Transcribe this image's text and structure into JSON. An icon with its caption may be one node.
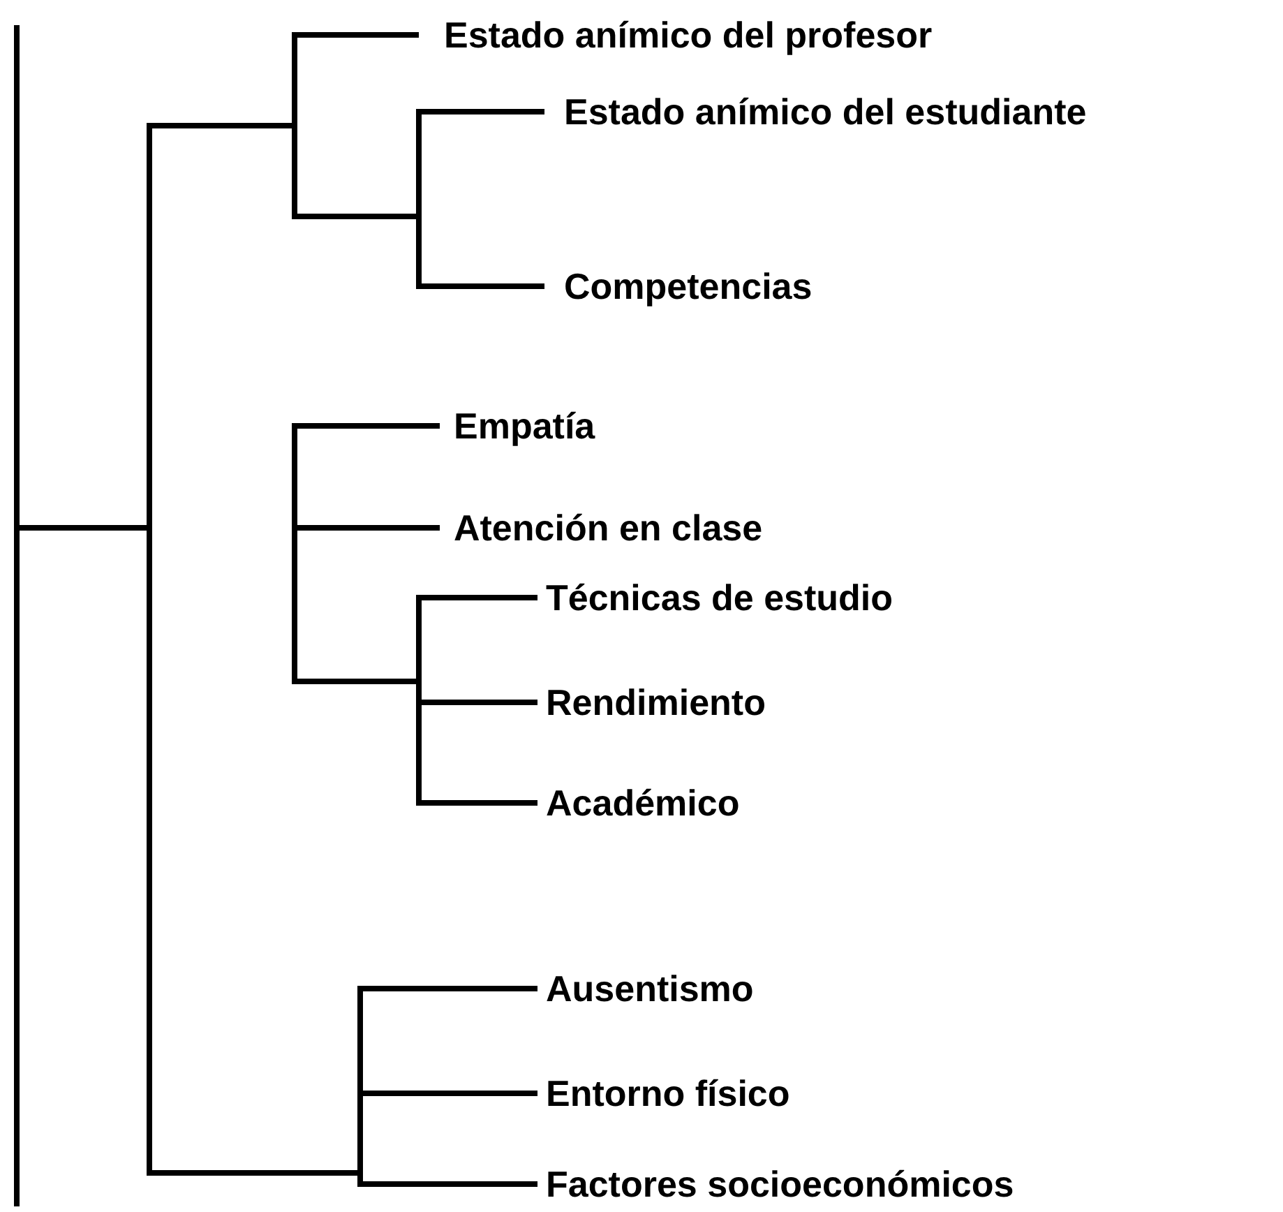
{
  "diagram": {
    "nodes": [
      {
        "text": [
          "Estado anímico del profesor"
        ]
      },
      {
        "text": [
          "Estado anímico del estudiante"
        ]
      },
      {
        "text": [
          "Competencias"
        ]
      },
      {
        "text": [
          "Empatía"
        ]
      },
      {
        "text": [
          "Atención en clase"
        ]
      },
      {
        "text": [
          "Técnicas de estudio"
        ]
      },
      {
        "text": [
          "Rendimiento"
        ]
      },
      {
        "text": [
          "Académico"
        ]
      },
      {
        "text": [
          "Ausentismo"
        ]
      },
      {
        "text": [
          "Entorno físico"
        ]
      },
      {
        "text": [
          "Factores socioeconómicos"
        ]
      }
    ],
    "edges": [
      {
        "from": null,
        "to": 0,
        "arrow": "none"
      },
      {
        "from": null,
        "to": 1,
        "arrow": "none"
      },
      {
        "from": null,
        "to": 2,
        "arrow": "none"
      },
      {
        "from": null,
        "to": 3,
        "arrow": "none"
      },
      {
        "from": null,
        "to": 4,
        "arrow": "none"
      },
      {
        "from": null,
        "to": 5,
        "arrow": "none"
      },
      {
        "from": null,
        "to": 6,
        "arrow": "none"
      },
      {
        "from": null,
        "to": 7,
        "arrow": "none"
      },
      {
        "from": null,
        "to": 8,
        "arrow": "none"
      },
      {
        "from": null,
        "to": 9,
        "arrow": "none"
      },
      {
        "from": null,
        "to": 10,
        "arrow": "none"
      }
    ]
  }
}
